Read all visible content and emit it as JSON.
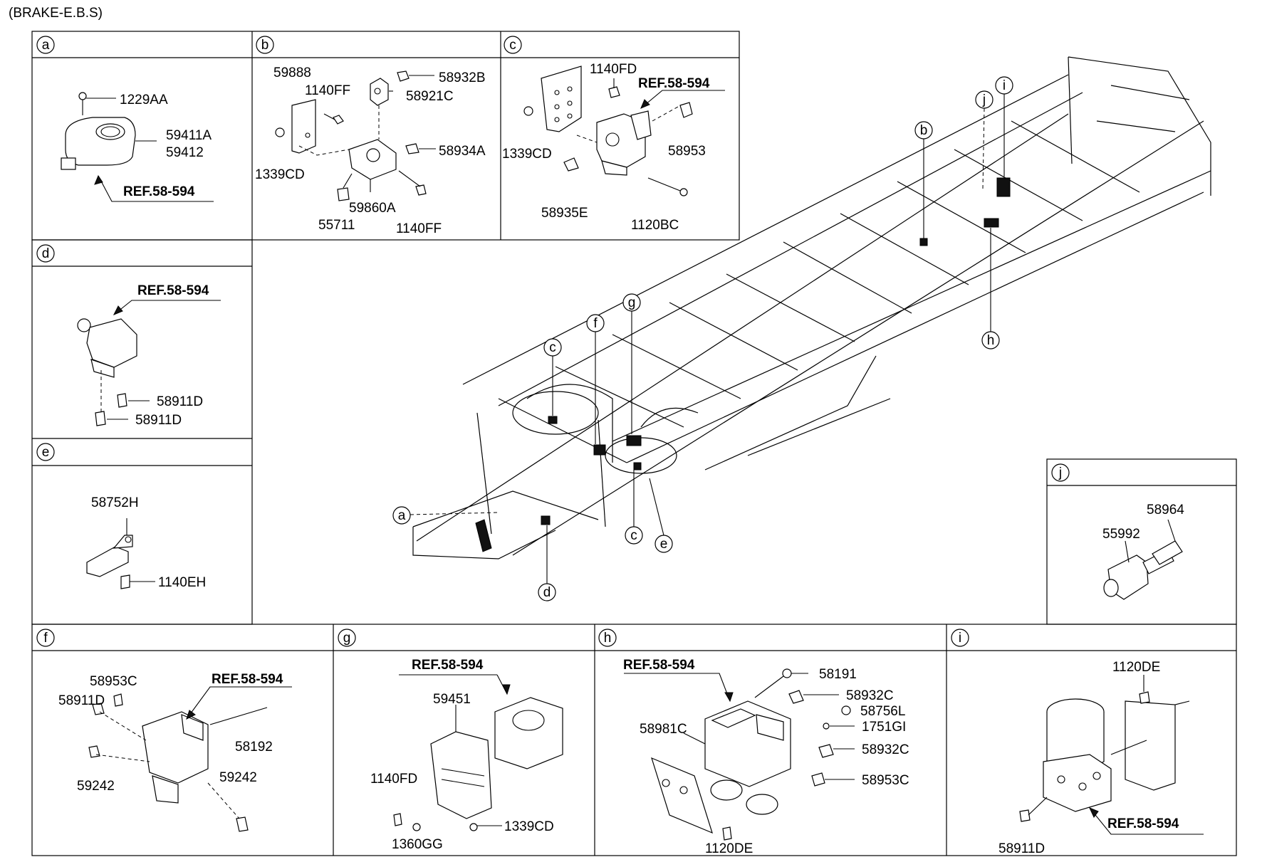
{
  "page": {
    "title": "(BRAKE-E.B.S)"
  },
  "panels": {
    "a": {
      "tag": "a",
      "parts": [
        "1229AA",
        "59411A",
        "59412"
      ],
      "ref": "REF.58-594"
    },
    "b": {
      "tag": "b",
      "parts": [
        "59888",
        "1140FF",
        "58932B",
        "58921C",
        "1339CD",
        "58934A",
        "59860A",
        "55711",
        "1140FF"
      ]
    },
    "c": {
      "tag": "c",
      "parts": [
        "1140FD",
        "1339CD",
        "58953",
        "58935E",
        "1120BC"
      ],
      "ref": "REF.58-594"
    },
    "d": {
      "tag": "d",
      "parts": [
        "58911D",
        "58911D"
      ],
      "ref": "REF.58-594"
    },
    "e": {
      "tag": "e",
      "parts": [
        "58752H",
        "1140EH"
      ]
    },
    "f": {
      "tag": "f",
      "parts": [
        "58953C",
        "58911D",
        "58192",
        "59242",
        "59242"
      ],
      "ref": "REF.58-594"
    },
    "g": {
      "tag": "g",
      "parts": [
        "59451",
        "1140FD",
        "1339CD",
        "1360GG"
      ],
      "ref": "REF.58-594"
    },
    "h": {
      "tag": "h",
      "parts": [
        "58191",
        "58932C",
        "58756L",
        "58981C",
        "1751GI",
        "58932C",
        "58953C",
        "1120DE"
      ],
      "ref": "REF.58-594"
    },
    "i": {
      "tag": "i",
      "parts": [
        "1120DE",
        "58911D"
      ],
      "ref": "REF.58-594"
    },
    "j": {
      "tag": "j",
      "parts": [
        "58964",
        "55992"
      ]
    }
  },
  "chassis_callouts": {
    "b": "b",
    "j": "j",
    "i": "i",
    "h": "h",
    "c_top": "c",
    "f": "f",
    "g": "g",
    "a": "a",
    "c_bottom": "c",
    "e": "e",
    "d": "d"
  }
}
